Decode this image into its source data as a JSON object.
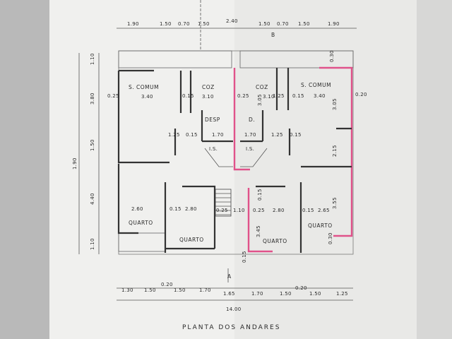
{
  "sheet": {
    "title": "PLANTA DOS ANDARES",
    "axis_top": "B",
    "axis_bottom": "A"
  },
  "top_dims": [
    "1.90",
    "1.50",
    "0.70",
    "1.50",
    "2.40",
    "1.50",
    "0.70",
    "1.50",
    "1.90"
  ],
  "bottom_dims": [
    "1.30",
    "1.50",
    "0.20",
    "1.50",
    "1.70",
    "1.65",
    "1.70",
    "1.50",
    "0.20",
    "1.50",
    "1.25"
  ],
  "bottom_total": "14.00",
  "left_dims": [
    "1.10",
    "3.80",
    "1.50",
    "4.40",
    "1.10"
  ],
  "left_total": "1.90",
  "right_dims": [
    "0.30",
    "0.20",
    "3.05",
    "2.15",
    "3.55",
    "0.30"
  ],
  "rooms": {
    "s_comum_l": "S. COMUM",
    "s_comum_l_dim": "3.40",
    "coz_l": "COZ",
    "coz_l_dim": "3.10",
    "coz_r": "COZ",
    "coz_r_dim": "3.10",
    "s_comum_r": "S. COMUM",
    "s_comum_r_dim": "3.40",
    "desp": "DESP",
    "desp_r": "D.",
    "quarto_ll": "QUARTO",
    "quarto_lr": "QUARTO",
    "quarto_rl": "QUARTO",
    "quarto_rr": "QUARTO",
    "is_l": "I.S.",
    "is_r": "I.S."
  },
  "inner_dims": {
    "d1": "0.25",
    "d2": "0.15",
    "d3": "1.25",
    "d4": "1.70",
    "d5": "1.70",
    "d6": "1.25",
    "d7": "0.15",
    "d8": "0.15",
    "d9": "0.25",
    "d10": "0.15",
    "q1": "2.60",
    "q2": "0.15",
    "q3": "2.80",
    "q4": "0.25",
    "q5": "1.10",
    "q6": "0.25",
    "q7": "2.80",
    "q8": "0.15",
    "q9": "2.65",
    "q10": "3.45",
    "q11": "0.15",
    "q12": "0.15",
    "q13": "1.25",
    "q14": "3.05"
  }
}
